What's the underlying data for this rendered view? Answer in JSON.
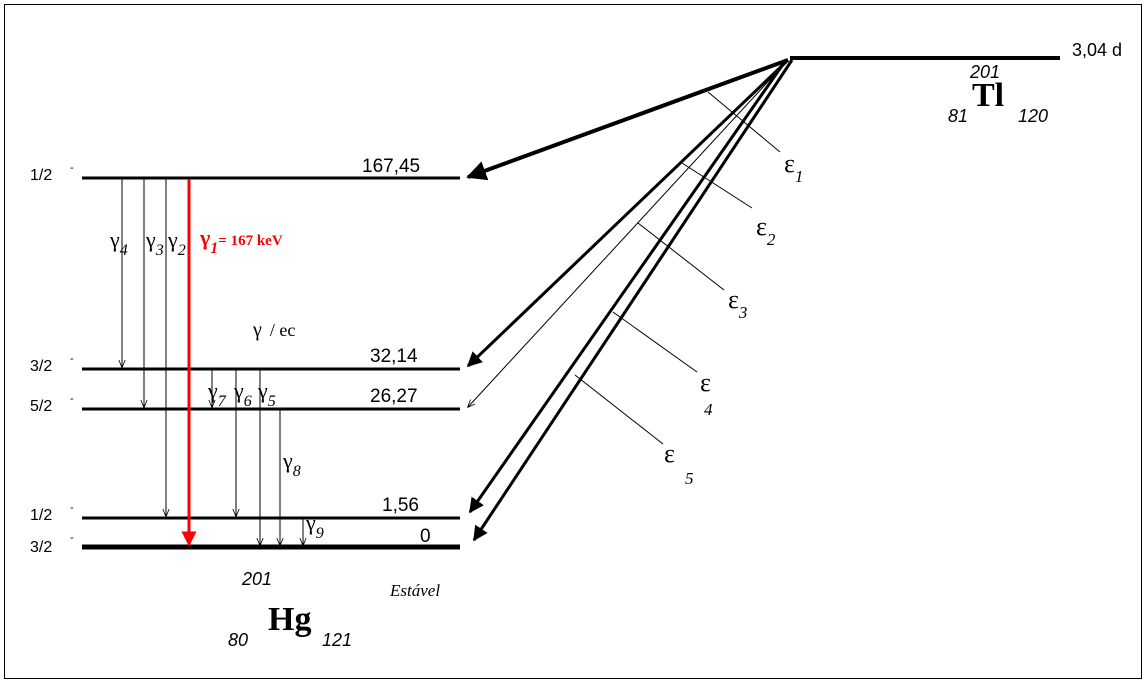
{
  "parent": {
    "half_life": "3,04 d",
    "mass_number": "201",
    "atomic_number": "81",
    "symbol": "Tl",
    "neutron_number": "120"
  },
  "daughter": {
    "mass_number": "201",
    "atomic_number": "80",
    "symbol": "Hg",
    "neutron_number": "121",
    "stable_label": "Estável"
  },
  "levels": [
    {
      "spin": "1/2",
      "parity": "-",
      "energy": "167,45"
    },
    {
      "spin": "3/2",
      "parity": "-",
      "energy": "32,14"
    },
    {
      "spin": "5/2",
      "parity": "-",
      "energy": "26,27"
    },
    {
      "spin": "1/2",
      "parity": "-",
      "energy": "1,56"
    },
    {
      "spin": "3/2",
      "parity": "-",
      "energy": "0"
    }
  ],
  "gammas": [
    {
      "symbol": "γ",
      "index": "1",
      "note": "= 167 keV",
      "color": "#ff0000"
    },
    {
      "symbol": "γ",
      "index": "2"
    },
    {
      "symbol": "γ",
      "index": "3"
    },
    {
      "symbol": "γ",
      "index": "4"
    },
    {
      "symbol": "γ",
      "index": "5"
    },
    {
      "symbol": "γ",
      "index": "6"
    },
    {
      "symbol": "γ",
      "index": "7"
    },
    {
      "symbol": "γ",
      "index": "8"
    },
    {
      "symbol": "γ",
      "index": "9"
    }
  ],
  "gamma_ec_label": {
    "symbol": "γ",
    "text": "/ ec"
  },
  "captures": [
    {
      "symbol": "ε",
      "index": "1"
    },
    {
      "symbol": "ε",
      "index": "2"
    },
    {
      "symbol": "ε",
      "index": "3"
    },
    {
      "symbol": "ε",
      "index": "4"
    },
    {
      "symbol": "ε",
      "index": "5"
    }
  ],
  "colors": {
    "line": "#000000",
    "highlight": "#ff0000",
    "background": "#ffffff"
  }
}
